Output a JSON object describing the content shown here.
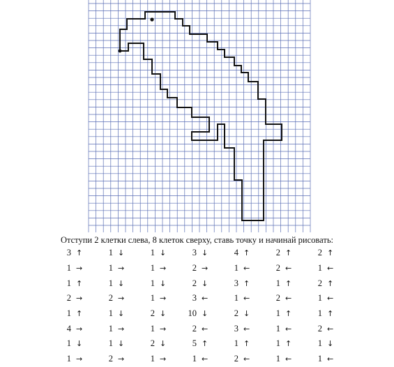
{
  "instruction": "Отступи 2 клетки слева, 8 клеток сверху, ставь точку и начинай рисовать:",
  "icons": {
    "up": "arrow-up-icon",
    "down": "arrow-down-icon",
    "left": "arrow-left-icon",
    "right": "arrow-right-icon"
  },
  "colors": {
    "grid": "#5b6fb5",
    "ink": "#111111"
  },
  "commands": [
    [
      {
        "n": "3",
        "dir": "up"
      },
      {
        "n": "1",
        "dir": "down"
      },
      {
        "n": "1",
        "dir": "down"
      },
      {
        "n": "3",
        "dir": "down"
      },
      {
        "n": "4",
        "dir": "up"
      },
      {
        "n": "2",
        "dir": "up"
      },
      {
        "n": "2",
        "dir": "up"
      }
    ],
    [
      {
        "n": "1",
        "dir": "right"
      },
      {
        "n": "1",
        "dir": "right"
      },
      {
        "n": "1",
        "dir": "right"
      },
      {
        "n": "2",
        "dir": "right"
      },
      {
        "n": "1",
        "dir": "left"
      },
      {
        "n": "2",
        "dir": "left"
      },
      {
        "n": "1",
        "dir": "left"
      }
    ],
    [
      {
        "n": "1",
        "dir": "up"
      },
      {
        "n": "1",
        "dir": "down"
      },
      {
        "n": "1",
        "dir": "down"
      },
      {
        "n": "2",
        "dir": "down"
      },
      {
        "n": "3",
        "dir": "up"
      },
      {
        "n": "1",
        "dir": "up"
      },
      {
        "n": "2",
        "dir": "up"
      }
    ],
    [
      {
        "n": "2",
        "dir": "right"
      },
      {
        "n": "2",
        "dir": "right"
      },
      {
        "n": "1",
        "dir": "right"
      },
      {
        "n": "3",
        "dir": "left"
      },
      {
        "n": "1",
        "dir": "left"
      },
      {
        "n": "2",
        "dir": "left"
      },
      {
        "n": "1",
        "dir": "left"
      }
    ],
    [
      {
        "n": "1",
        "dir": "up"
      },
      {
        "n": "1",
        "dir": "down"
      },
      {
        "n": "2",
        "dir": "down"
      },
      {
        "n": "10",
        "dir": "down"
      },
      {
        "n": "2",
        "dir": "down"
      },
      {
        "n": "1",
        "dir": "up"
      },
      {
        "n": "1",
        "dir": "up"
      }
    ],
    [
      {
        "n": "4",
        "dir": "right"
      },
      {
        "n": "1",
        "dir": "right"
      },
      {
        "n": "1",
        "dir": "right"
      },
      {
        "n": "2",
        "dir": "left"
      },
      {
        "n": "3",
        "dir": "left"
      },
      {
        "n": "1",
        "dir": "left"
      },
      {
        "n": "2",
        "dir": "left"
      }
    ],
    [
      {
        "n": "1",
        "dir": "down"
      },
      {
        "n": "1",
        "dir": "down"
      },
      {
        "n": "2",
        "dir": "down"
      },
      {
        "n": "5",
        "dir": "up"
      },
      {
        "n": "1",
        "dir": "up"
      },
      {
        "n": "1",
        "dir": "up"
      },
      {
        "n": "1",
        "dir": "down"
      }
    ],
    [
      {
        "n": "1",
        "dir": "right"
      },
      {
        "n": "2",
        "dir": "right"
      },
      {
        "n": "1",
        "dir": "right"
      },
      {
        "n": "1",
        "dir": "left"
      },
      {
        "n": "2",
        "dir": "left"
      },
      {
        "n": "1",
        "dir": "left"
      },
      {
        "n": "1",
        "dir": "left"
      }
    ]
  ]
}
